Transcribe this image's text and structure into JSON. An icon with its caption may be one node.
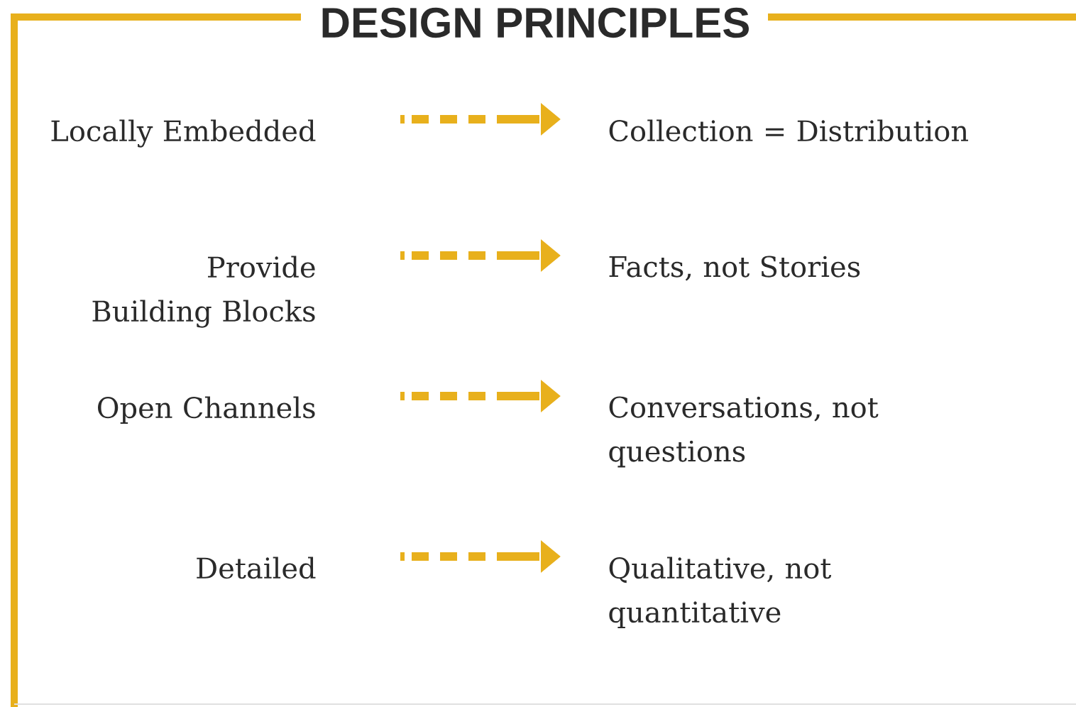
{
  "diagram": {
    "title": "DESIGN PRINCIPLES",
    "nodes": [
      {
        "text": [
          "Locally Embedded"
        ]
      },
      {
        "text": [
          "Collection = Distribution"
        ]
      },
      {
        "text": [
          "Provide Building Blocks"
        ]
      },
      {
        "text": [
          "Facts, not Stories"
        ]
      },
      {
        "text": [
          "Open Channels"
        ]
      },
      {
        "text": [
          "Conversations, not questions"
        ]
      },
      {
        "text": [
          "Detailed"
        ]
      },
      {
        "text": [
          "Qualitative, not quantitative"
        ]
      }
    ],
    "edges": [
      {
        "from": 0,
        "to": 1,
        "arrow": "to",
        "style": "dashed"
      },
      {
        "from": 2,
        "to": 3,
        "arrow": "to",
        "style": "dashed"
      },
      {
        "from": 4,
        "to": 5,
        "arrow": "to",
        "style": "dashed"
      },
      {
        "from": 6,
        "to": 7,
        "arrow": "to",
        "style": "dashed"
      }
    ]
  }
}
